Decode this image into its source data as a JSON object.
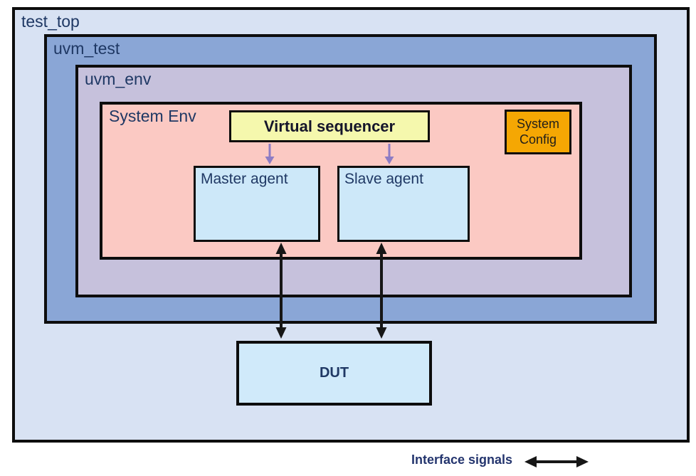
{
  "colors": {
    "test_top_fill": "#d8e2f3",
    "uvm_test_fill": "#8aa6d6",
    "uvm_env_fill": "#c6c1dc",
    "system_env_fill": "#fbc9c3",
    "sequencer_fill": "#f5f8ad",
    "config_fill": "#f5a703",
    "agent_fill": "#cde8f9",
    "dut_fill": "#d0eafa",
    "border": "#0d0d0d",
    "label_text": "#1f3864",
    "legend_text": "#24356e",
    "arrow_black": "#161616",
    "arrow_purple": "#8d7cc4"
  },
  "diagram": {
    "containers": {
      "test_top": {
        "label": "test_top"
      },
      "uvm_test": {
        "label": "uvm_test"
      },
      "uvm_env": {
        "label": "uvm_env"
      },
      "system_env": {
        "label": "System Env"
      }
    },
    "blocks": {
      "virtual_sequencer": {
        "label": "Virtual sequencer"
      },
      "system_config": {
        "label": "System Config"
      },
      "master_agent": {
        "label": "Master agent"
      },
      "slave_agent": {
        "label": "Slave agent"
      },
      "dut": {
        "label": "DUT"
      }
    },
    "connections": [
      {
        "from": "virtual_sequencer",
        "to": "master_agent",
        "style": "purple-arrow",
        "direction": "down"
      },
      {
        "from": "virtual_sequencer",
        "to": "slave_agent",
        "style": "purple-arrow",
        "direction": "down"
      },
      {
        "from": "master_agent",
        "to": "dut",
        "style": "black-double-arrow",
        "direction": "both"
      },
      {
        "from": "slave_agent",
        "to": "dut",
        "style": "black-double-arrow",
        "direction": "both"
      }
    ],
    "legend": {
      "label": "Interface signals",
      "symbol": "double-headed-arrow"
    }
  }
}
